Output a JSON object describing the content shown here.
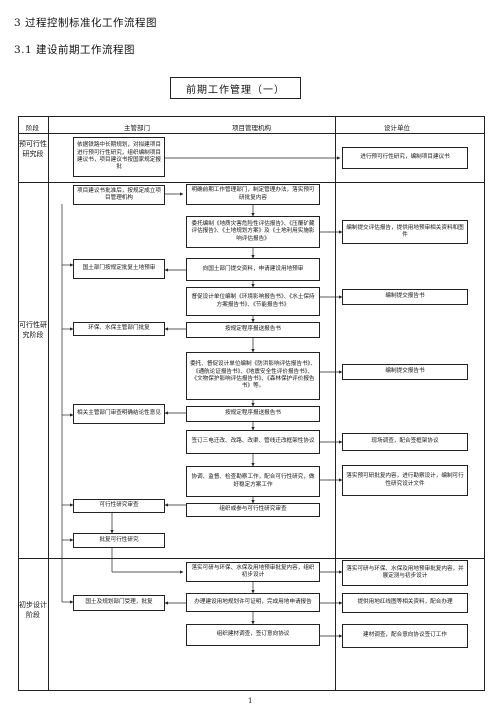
{
  "heading1": "3  过程控制标准化工作流程图",
  "heading2": "3.1 建设前期工作流程图",
  "flow_title": "前期工作管理（一）",
  "columns": {
    "stage": "阶段",
    "dept": "主管部门",
    "org": "项目管理机构",
    "design": "设计单位"
  },
  "stages": {
    "feasibility_pre": "预可行性研究段",
    "feasibility": "可行性研究阶段",
    "prelim_design": "初步设计阶段"
  },
  "boxes": {
    "d1": "依据铁路中长期规划，对拟建项目进行预可行性研究，组织编制项目建议书，项目建议书按国家规定报批",
    "g1": "进行预可行性研究，编制项目建议书",
    "d2": "项目建议书批准后，按规定成立项目管理机构",
    "o1": "明确前期工作管理部门，制定管理办法，落实预可研批复内容",
    "o2": "委托编制《地质灾害危险性评估报告》、《压覆矿藏评估报告》、《土地规划方案》及《土地利用实施影响评估报告》",
    "g2": "编制提交评估报告，提供用地预审相关资料和图件",
    "d3": "国土部门按规定批复土地预审",
    "o3": "向国土部门提交资料，申请建设用地预审",
    "o4": "督促设计单位编制《环境影响报告书》、《水土保持方案报告书》、《节能报告书》",
    "g3": "编制提交报告书",
    "d4": "环保、水保主管部门批复",
    "o5": "按规定程序报送报告书",
    "o6": "委托、督促设计单位编制《防洪影响评估报告书》、《通航论证报告书》、《地震安全性评价报告书》、《文物保护影响评估报告书》、《森林保护评价报告书》等。",
    "g4": "编制提交报告书",
    "d5": "相关主管部门审查明确结论性意见",
    "o7": "按规定程序报送报告书",
    "o8": "签订三电迁改、改路、改渠、管线迁改框架性协议",
    "g5": "现场调查，配合签框架协议",
    "o9": "协调、监督、检查勘察工作，配合可行性研究，做好稳定方案工作",
    "g6": "落实预可研批复内容，进行勘察设计，编制可行性研究设计文件",
    "d6": "可行性研究审查",
    "o10": "组织或参与可行性研究审查",
    "d7": "批复可行性研究",
    "o11": "落实可研与环保、水保及用地预审批复内容，组织初步设计",
    "g7": "落实可研与环保、水保及用地预审批复内容，并展定测与初步设计",
    "d8": "国土及规划部门受理，批复",
    "o12": "办理建设用地规划许可证明，完成用地申请报告",
    "g8": "提供用地红线图等相关资料，配合办理",
    "o13": "组织建材调查，签订意向协议",
    "g9": "建材调查，配合意向协议签订工作"
  },
  "page_number": "1"
}
